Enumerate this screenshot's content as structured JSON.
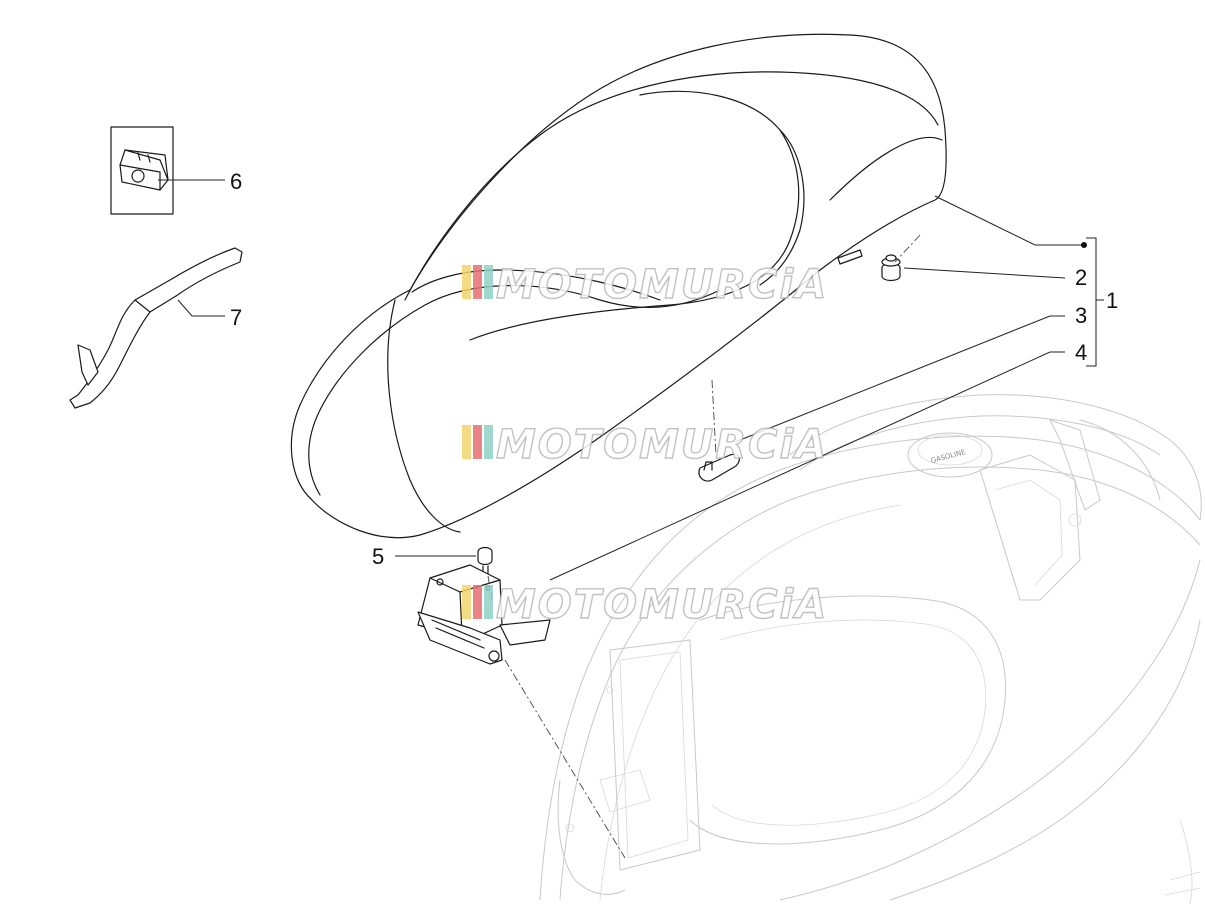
{
  "callouts": [
    {
      "id": "1",
      "label": "1"
    },
    {
      "id": "2",
      "label": "2"
    },
    {
      "id": "3",
      "label": "3"
    },
    {
      "id": "4",
      "label": "4"
    },
    {
      "id": "5",
      "label": "5"
    },
    {
      "id": "6",
      "label": "6"
    },
    {
      "id": "7",
      "label": "7"
    }
  ],
  "watermark": {
    "text": "MOTOMURCiA",
    "colors": [
      "#f2d36b",
      "#e86f6f",
      "#8fd1c4"
    ]
  },
  "cap_text": "GASOLINE"
}
